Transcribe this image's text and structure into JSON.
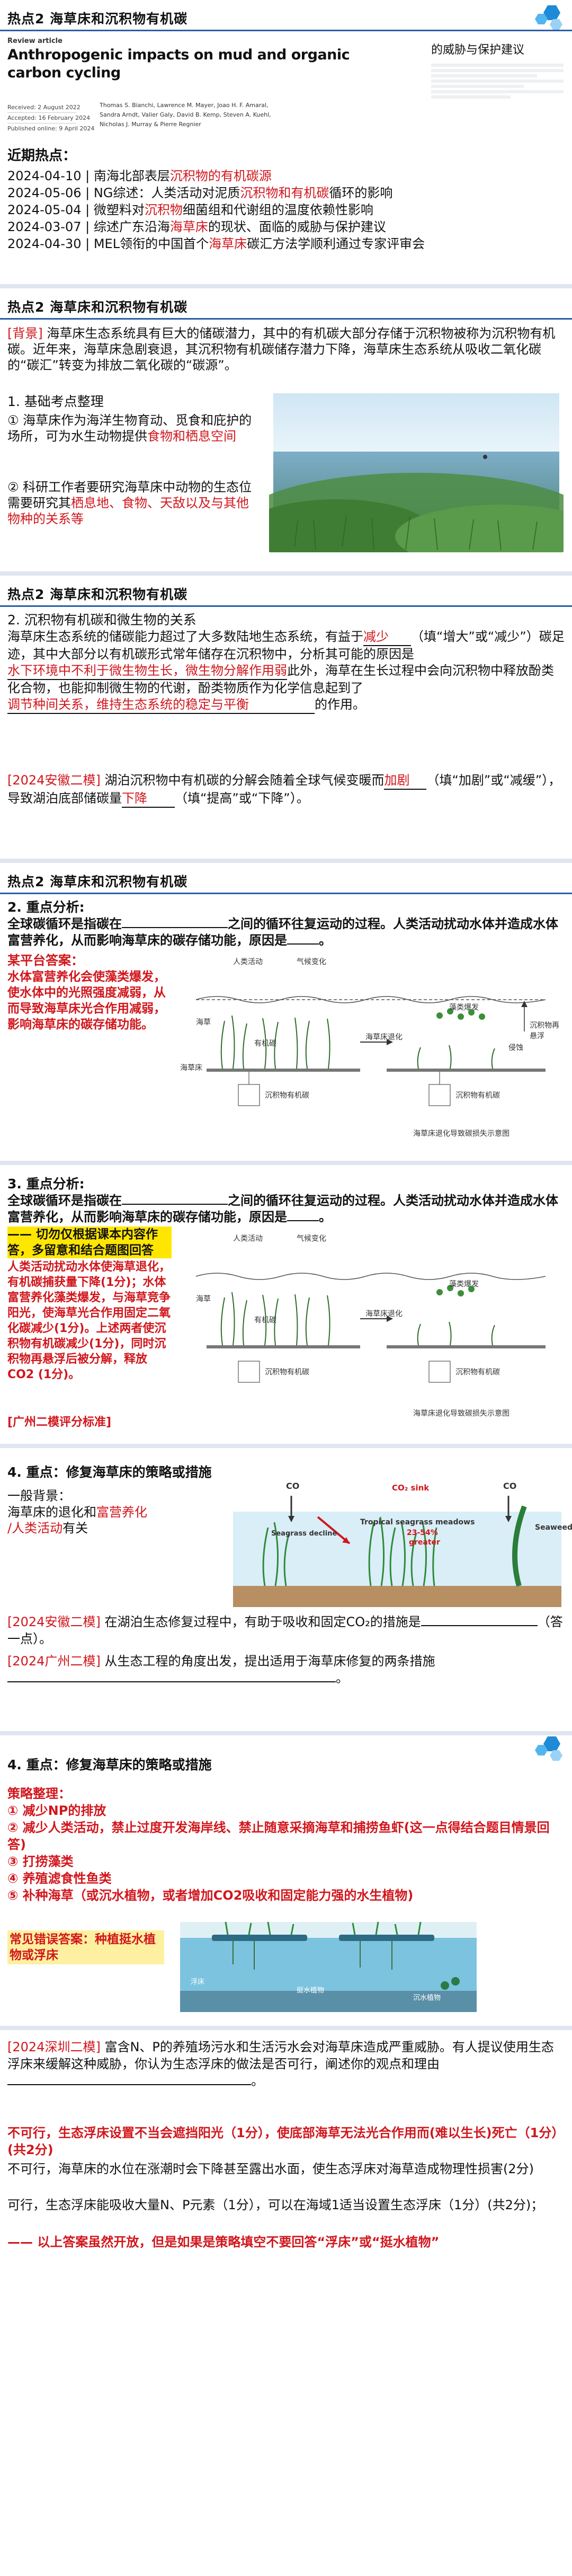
{
  "s1": {
    "title": "热点2 海草床和沉积物有机碳",
    "paper": {
      "tag": "Review article",
      "title1": "Anthropogenic impacts on mud and organic",
      "title2": "carbon cycling",
      "authors1": "Thomas S. Bianchi, Lawrence M. Mayer, Joao H. F. Amaral,",
      "authors2": "Sandra Arndt, Valier Galy, David B. Kemp, Steven A. Kuehl,",
      "authors3": "Nicholas J. Murray & Pierre Regnier",
      "received": "Received: 2 August 2022",
      "accepted": "Accepted: 16 February 2024",
      "published": "Published online: 9 April 2024",
      "side_title": "的威胁与保护建议"
    },
    "news_heading": "近期热点：",
    "news": [
      {
        "date": "2024-04-10",
        "pre": "南海北部表层",
        "hl": "沉积物的有机碳源",
        "post": ""
      },
      {
        "date": "2024-05-06",
        "pre": "NG综述：人类活动对泥质",
        "hl": "沉积物和有机碳",
        "post": "循环的影响"
      },
      {
        "date": "2024-05-04",
        "pre": "微塑料对",
        "hl": "沉积物",
        "post": "细菌组和代谢组的温度依赖性影响"
      },
      {
        "date": "2024-03-07",
        "pre": "综述广东沿海",
        "hl": "海草床",
        "post": "的现状、面临的威胁与保护建议"
      },
      {
        "date": "2024-04-30",
        "pre": "MEL领衔的中国首个",
        "hl": "海草床",
        "post": "碳汇方法学顺利通过专家评审会"
      }
    ]
  },
  "s2": {
    "title": "热点2 海草床和沉积物有机碳",
    "bg_tag": "[背景]",
    "bg_text": " 海草床生态系统具有巨大的储碳潜力，其中的有机碳大部分存储于沉积物被称为沉积物有机碳。近年来，海草床急剧衰退，其沉积物有机碳储存潜力下降，海草床生态系统从吸收二氧化碳的“碳汇”转变为排放二氧化碳的“碳源”。",
    "q_heading": "1. 基础考点整理",
    "q1": "① 海草床作为海洋生物育动、觅食和庇护的场所，可为水生动物提供",
    "a1": "食物和栖息空间",
    "q2": "② 科研工作者要研究海草床中动物的生态位需要研究其",
    "a2": "栖息地、食物、天敌以及与其他物种的关系等"
  },
  "s3": {
    "title": "热点2 海草床和沉积物有机碳",
    "heading": "2. 沉积物有机碳和微生物的关系",
    "p1": "海草床生态系统的储碳能力超过了大多数陆地生态系统，有益于",
    "b1": "减少",
    "p2": "（填“增大”或“减少”）碳足迹，其中大部分以有机碳形式常年储存在沉积物中，分析其可能的原因是",
    "b2": "水下环境中不利于微生物生长，微生物分解作用弱",
    "p3": "此外，海草在生长过程中会向沉积物中释放酚类化合物，也能抑制微生物的代谢，酚类物质作为化学信息起到了",
    "b3": "调节种间关系，维持生态系统的稳定与平衡",
    "p4": "的作用。",
    "exam_tag": "[2024安徽二模]",
    "e1": " 湖泊沉积物中有机碳的分解会随着全球气候变暖而",
    "eb1": "加剧",
    "e2": "（填“加剧”或“减缓”），导致湖泊底部储碳量",
    "eb2": "下降",
    "e3": "（填“提高”或“下降”）。"
  },
  "s4": {
    "title": "热点2 海草床和沉积物有机碳",
    "heading": "2. 重点分析:",
    "p1": "全球碳循环是指碳在",
    "p2": "之间的循环往复运动的过程。人类活动扰动水体并造成水体富营养化，从而影响海草床的碳存储功能，原因是",
    "p3": "。",
    "ans_tag": "某平台答案：",
    "ans": "水体富营养化会使藻类爆发，使水体中的光照强度减弱，从而导致海草床光合作用减弱，影响海草床的碳存储功能。",
    "diagram": {
      "human": "人类活动",
      "climate": "气候变化",
      "algae": "藻类爆发",
      "seagrass": "海草",
      "bed": "海草床",
      "degrade": "海草床退化",
      "oc": "有机碳",
      "erosion": "侵蚀",
      "release": "沉积物再悬浮",
      "storage1": "沉积物有机碳",
      "storage2": "沉积物有机碳",
      "caption": "海草床退化导致碳损失示意图"
    }
  },
  "s5": {
    "heading": "3. 重点分析:",
    "p1": "全球碳循环是指碳在",
    "p2": "之间的循环往复运动的过程。人类活动扰动水体并造成水体富营养化，从而影响海草床的碳存储功能，原因是",
    "p3": "。",
    "tip": "—— 切勿仅根据课本内容作答，多留意和结合题图回答",
    "ans": "人类活动扰动水体使海草退化，有机碳捕获量下降(1分)；水体富营养化藻类爆发，与海草竞争阳光，使海草光合作用固定二氧化碳减少(1分)。上述两者使沉积物有机碳减少(1分)，同时沉积物再悬浮后被分解，释放CO2 (1分)。",
    "ans_tag": "[广州二模评分标准]",
    "diagram": {
      "human": "人类活动",
      "climate": "气候变化",
      "algae": "藻类爆发",
      "seagrass": "海草",
      "degrade": "海草床退化",
      "oc": "有机碳",
      "storage1": "沉积物有机碳",
      "storage2": "沉积物有机碳",
      "caption": "海草床退化导致碳损失示意图"
    }
  },
  "s6": {
    "heading": "4. 重点：修复海草床的策略或措施",
    "sub": "一般背景：",
    "p1a": "海草床的退化和",
    "p1b": "富营养化",
    "p2": "/人类活动",
    "p3": "有关",
    "fig": {
      "co2_left": "CO",
      "co2_right": "CO",
      "co2_sink": "CO₂ sink",
      "meadows": "Tropical seagrass meadows",
      "pct": "23-54%",
      "greater": "greater",
      "seagrass_decline": "Seagrass decline",
      "seaweed": "Seaweed"
    },
    "q1_tag": "[2024安徽二模]",
    "q1": " 在湖泊生态修复过程中，有助于吸收和固定CO₂的措施是",
    "q1_end": "（答一点）。",
    "q2_tag": "[2024广州二模]",
    "q2": " 从生态工程的角度出发，提出适用于海草床修复的两条措施",
    "q2_end": "。"
  },
  "s7": {
    "heading": "4. 重点：修复海草床的策略或措施",
    "sub": "策略整理：",
    "items": [
      "① 减少NP的排放",
      "② 减少人类活动，禁止过度开发海岸线、禁止随意采摘海草和捕捞鱼虾(这一点得结合题目情景回答)",
      "③ 打捞藻类",
      "④ 养殖滤食性鱼类",
      "⑤ 补种海草（或沉水植物，或者增加CO2吸收和固定能力强的水生植物)"
    ],
    "wrong_tag": "常见错误答案：种植挺水植物或浮床",
    "fig": {
      "l1": "浮床",
      "l2": "挺水植物",
      "l3": "沉水植物"
    }
  },
  "s8": {
    "q_tag": "[2024深圳二模]",
    "q": " 富含N、P的养殖场污水和生活污水会对海草床造成严重威胁。有人提议使用生态浮床来缓解这种威胁，你认为生态浮床的做法是否可行，阐述你的观点和理由",
    "q_end": "。",
    "a1": "不可行，生态浮床设置不当会遮挡阳光（1分），使底部海草无法光合作用而(难以生长)死亡（1分）(共2分)",
    "a2": "不可行，海草床的水位在涨潮时会下降甚至露出水面，使生态浮床对海草造成物理性损害(2分)",
    "a3": "可行，生态浮床能吸收大量N、P元素（1分），可以在海域1适当设置生态浮床（1分）(共2分)；",
    "note": "—— 以上答案虽然开放，但是如果是策略填空不要回答“浮床”或“挺水植物”"
  }
}
